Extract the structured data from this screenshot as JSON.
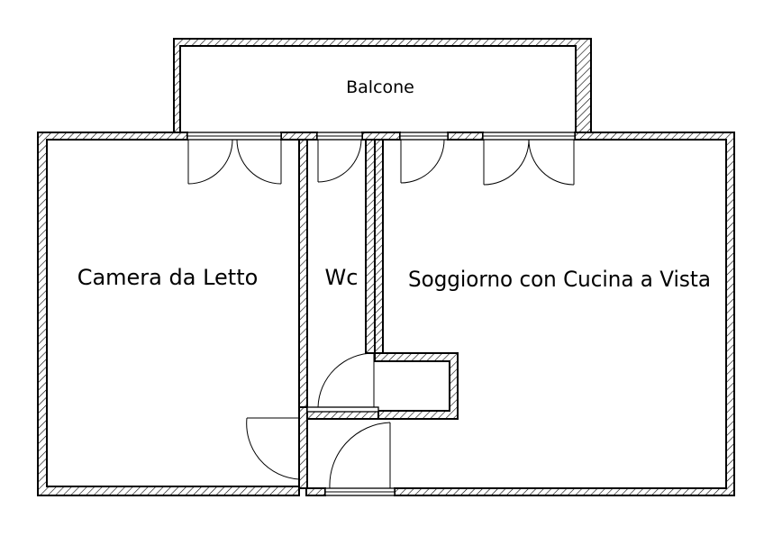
{
  "floorplan": {
    "rooms": {
      "balcony": "Balcone",
      "bedroom": "Camera da Letto",
      "bathroom": "Wc",
      "living": "Soggiorno con Cucina a Vista"
    },
    "colors": {
      "wall_stroke": "#000000",
      "background": "#ffffff"
    }
  }
}
